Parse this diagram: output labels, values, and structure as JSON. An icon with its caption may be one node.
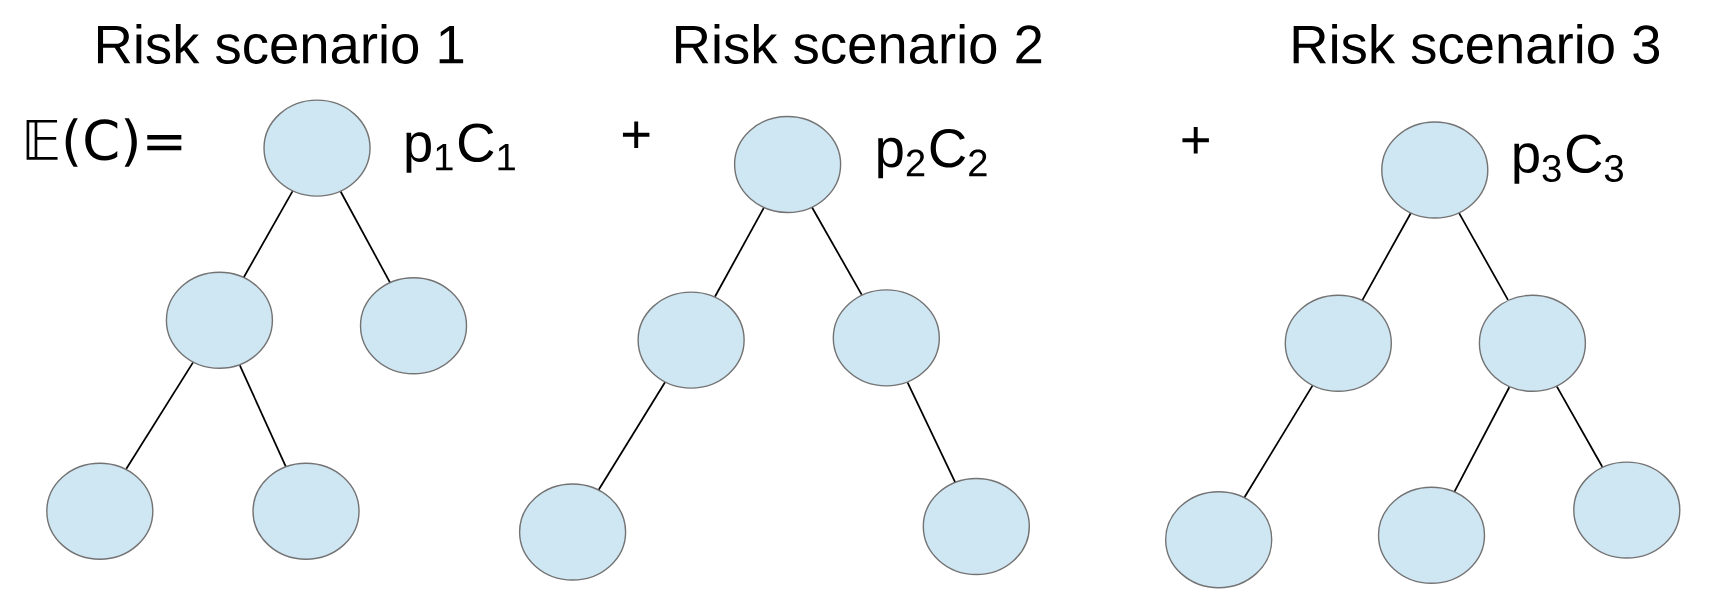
{
  "diagram": {
    "nodes": [
      {
        "text": [],
        "shape": "circle"
      },
      {
        "text": [],
        "shape": "circle"
      },
      {
        "text": [],
        "shape": "circle"
      },
      {
        "text": [],
        "shape": "circle"
      },
      {
        "text": [],
        "shape": "circle"
      },
      {
        "text": [],
        "shape": "circle"
      },
      {
        "text": [],
        "shape": "circle"
      },
      {
        "text": [],
        "shape": "circle"
      },
      {
        "text": [],
        "shape": "circle"
      },
      {
        "text": [],
        "shape": "circle"
      },
      {
        "text": [],
        "shape": "circle"
      },
      {
        "text": [],
        "shape": "circle"
      },
      {
        "text": [],
        "shape": "circle"
      },
      {
        "text": [],
        "shape": "circle"
      },
      {
        "text": [],
        "shape": "circle"
      },
      {
        "text": [],
        "shape": "circle"
      }
    ],
    "edges": [
      {
        "from": 0,
        "to": 1,
        "arrow": "none"
      },
      {
        "from": 0,
        "to": 2,
        "arrow": "none"
      },
      {
        "from": 1,
        "to": 3,
        "arrow": "none"
      },
      {
        "from": 1,
        "to": 4,
        "arrow": "none"
      },
      {
        "from": 5,
        "to": 6,
        "arrow": "none"
      },
      {
        "from": 5,
        "to": 7,
        "arrow": "none"
      },
      {
        "from": 6,
        "to": 8,
        "arrow": "none"
      },
      {
        "from": 7,
        "to": 9,
        "arrow": "none"
      },
      {
        "from": 10,
        "to": 11,
        "arrow": "none"
      },
      {
        "from": 10,
        "to": 12,
        "arrow": "none"
      },
      {
        "from": 11,
        "to": 13,
        "arrow": "none"
      },
      {
        "from": 12,
        "to": 14,
        "arrow": "none"
      },
      {
        "from": 12,
        "to": 15,
        "arrow": "none"
      }
    ],
    "labels": [
      "Risk scenario 1",
      "Risk scenario 2",
      "Risk scenario 3",
      "𝔼(C)=",
      "p$_{1}$C$_{1}$",
      "+",
      "p$_{2}$C$_{2}$",
      "+",
      "p$_{3}$C$_{3}$"
    ]
  }
}
